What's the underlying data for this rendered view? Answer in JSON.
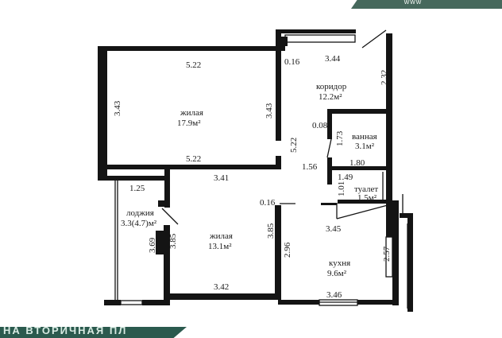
{
  "rooms": {
    "living1": {
      "name": "жилая",
      "area": "17.9м²"
    },
    "living2": {
      "name": "жилая",
      "area": "13.1м²"
    },
    "corridor": {
      "name": "коридор",
      "area": "12.2м²"
    },
    "bathroom": {
      "name": "ванная",
      "area": "3.1м²"
    },
    "toilet": {
      "name": "туалет",
      "area": "1.5м²"
    },
    "kitchen": {
      "name": "кухня",
      "area": "9.6м²"
    },
    "loggia": {
      "name": "лоджия",
      "area": "3.3(4.7)м²"
    }
  },
  "dimensions": {
    "l1_top": "5.22",
    "l1_bottom": "5.22",
    "l1_left": "3.43",
    "l1_right": "3.43",
    "corridor_top": "3.44",
    "corridor_wall": "0.16",
    "corridor_right": "2.32",
    "corridor_center": "5.22",
    "bath_width": "1.80",
    "bath_height": "1.73",
    "bath_wall": "0.08",
    "toilet_width": "1.49",
    "toilet_height": "1.01",
    "hall_width": "1.56",
    "l2_top": "3.41",
    "l2_bottom": "3.42",
    "l2_left": "3.85",
    "l2_right": "3.85",
    "l2_wall": "0.16",
    "loggia_top": "1.25",
    "loggia_height": "3.69",
    "kitchen_top": "3.45",
    "kitchen_bottom": "3.46",
    "kitchen_left": "2.96",
    "kitchen_right": "2.57"
  },
  "banners": {
    "top_right": "www",
    "bottom_left": "НА ВТОРИЧНАЯ ПЛ"
  }
}
